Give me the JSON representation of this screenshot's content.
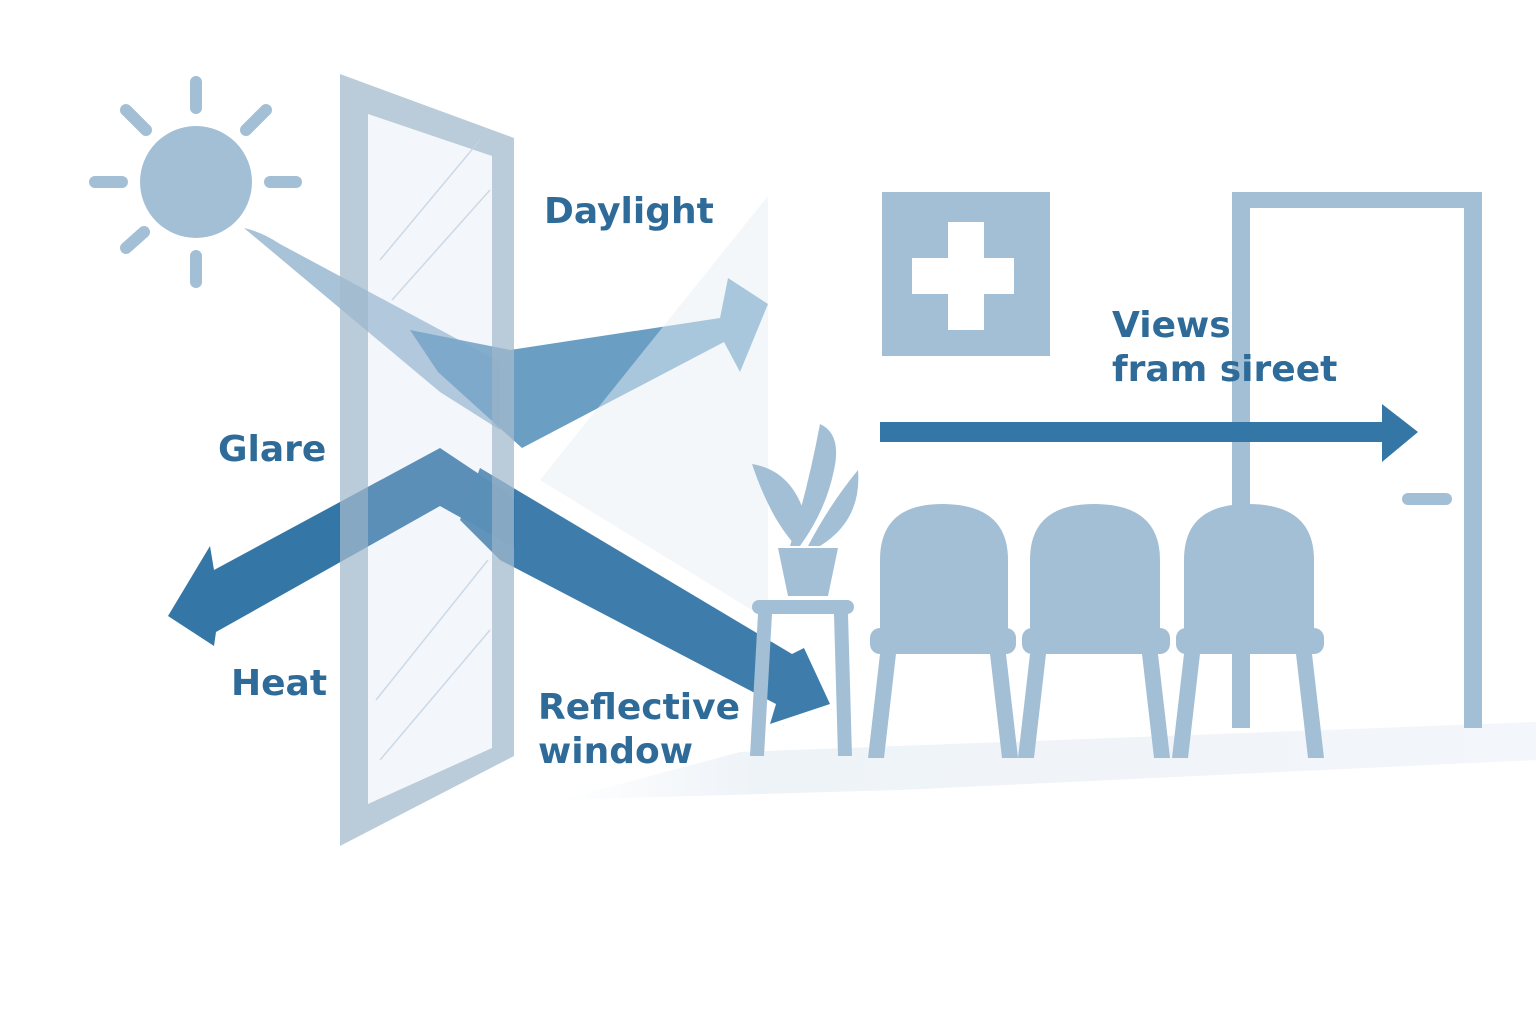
{
  "labels": {
    "daylight": "Daylight",
    "glare": "Glare",
    "heat": "Heat",
    "reflective_line1": "Reflective",
    "reflective_line2": "window",
    "views_line1": "Views",
    "views_line2": "fram sireet"
  },
  "colors": {
    "label_text": "#2f6b99",
    "arrow_dark": "#3476a6",
    "arrow_mid": "#5b93bd",
    "icon_light": "#a3bfd6",
    "window_frame": "#a3b9cc",
    "background": "#ffffff"
  },
  "icons": {
    "sun": "sun-icon",
    "medical_sign": "medical-cross-icon",
    "plant": "potted-plant-icon",
    "chair": "chair-icon",
    "door": "door-icon"
  }
}
